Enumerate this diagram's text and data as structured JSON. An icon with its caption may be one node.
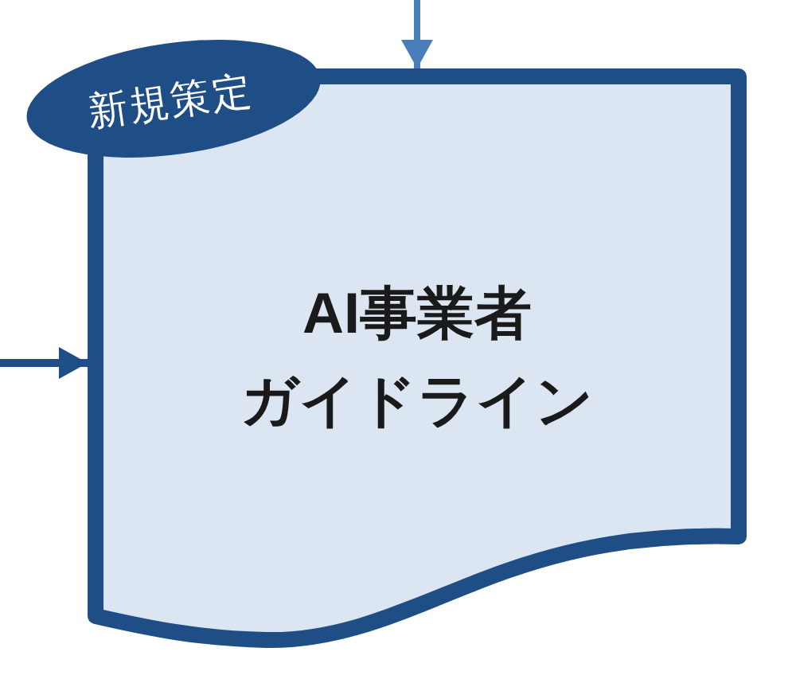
{
  "diagram": {
    "nodes": [
      {
        "text": [
          "新規策定"
        ]
      },
      {
        "text": [
          "AI事業者ガイドライン"
        ]
      }
    ],
    "edges": [
      {
        "from": null,
        "to": 1,
        "arrow": "to",
        "color": "#4a7ebb"
      },
      {
        "from": null,
        "to": 1,
        "arrow": "to",
        "color": "#1f4e87"
      }
    ]
  }
}
